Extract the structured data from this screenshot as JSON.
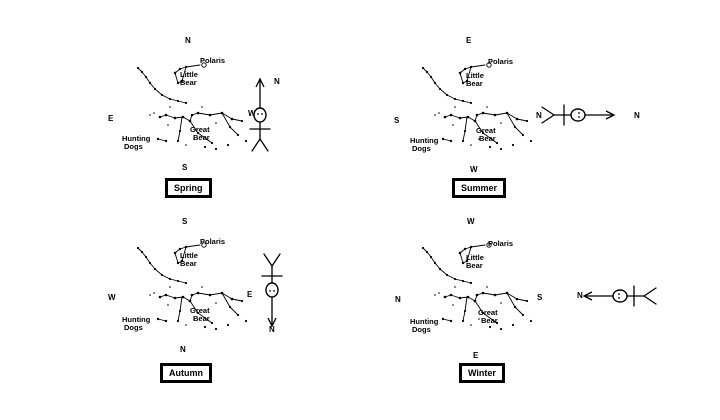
{
  "panels": [
    {
      "season": "Spring",
      "top": "N",
      "bottom": "S",
      "left": "E",
      "right": "W",
      "polaris": "Polaris",
      "little_bear": [
        "Little",
        "Bear"
      ],
      "great_bear": [
        "Great",
        "Bear"
      ],
      "hunting_dogs": [
        "Hunting",
        "Dogs"
      ],
      "observer_label": "N",
      "observer_facing": "up"
    },
    {
      "season": "Summer",
      "top": "E",
      "bottom": "W",
      "left": "S",
      "right": "N",
      "polaris": "Polaris",
      "little_bear": [
        "Little",
        "Bear"
      ],
      "great_bear": [
        "Great",
        "Bear"
      ],
      "hunting_dogs": [
        "Hunting",
        "Dogs"
      ],
      "observer_label": "N",
      "observer_facing": "right"
    },
    {
      "season": "Autumn",
      "top": "S",
      "bottom": "N",
      "left": "W",
      "right": "E",
      "polaris": "Polaris",
      "little_bear": [
        "Little",
        "Bear"
      ],
      "great_bear": [
        "Great",
        "Bear"
      ],
      "hunting_dogs": [
        "Hunting",
        "Dogs"
      ],
      "observer_label": "N",
      "observer_facing": "down"
    },
    {
      "season": "Winter",
      "top": "W",
      "bottom": "E",
      "left": "N",
      "right": "S",
      "polaris": "Polaris",
      "little_bear": [
        "Little",
        "Bear"
      ],
      "great_bear": [
        "Great",
        "Bear"
      ],
      "hunting_dogs": [
        "Hunting",
        "Dogs"
      ],
      "observer_label": "N",
      "observer_facing": "left"
    }
  ]
}
